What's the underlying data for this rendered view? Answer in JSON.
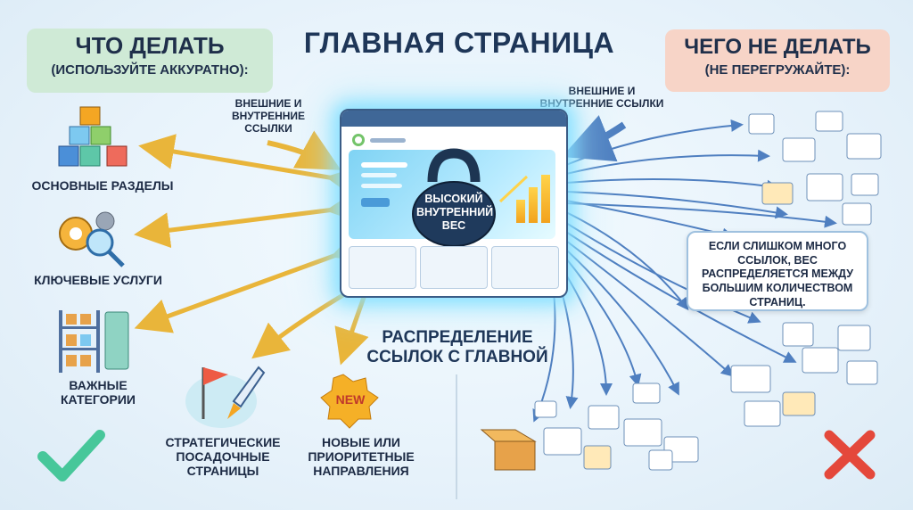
{
  "title": "ГЛАВНАЯ СТРАНИЦА",
  "do_section": {
    "heading": "ЧТО ДЕЛАТЬ",
    "subheading": "(ИСПОЛЬЗУЙТЕ АККУРАТНО):"
  },
  "dont_section": {
    "heading": "ЧЕГО НЕ ДЕЛАТЬ",
    "subheading": "(НЕ ПЕРЕГРУЖАЙТЕ):"
  },
  "left_items": {
    "main_sections": "ОСНОВНЫЕ РАЗДЕЛЫ",
    "key_services": "КЛЮЧЕВЫЕ УСЛУГИ",
    "important_categories": "ВАЖНЫЕ КАТЕГОРИИ",
    "strategic_pages": "СТРАТЕГИЧЕСКИЕ ПОСАДОЧНЫЕ СТРАНИЦЫ",
    "new_directions": "НОВЫЕ ИЛИ ПРИОРИТЕТНЫЕ НАПРАВЛЕНИЯ",
    "new_badge": "NEW"
  },
  "links_label_left": "ВНЕШНИЕ И ВНУТРЕННИЕ ССЫЛКИ",
  "links_label_right": "ВНЕШНИЕ И ВНУТРЕННИЕ ССЫЛКИ",
  "weight_label": "ВЫСОКИЙ ВНУТРЕННИЙ ВЕС",
  "distribution_label": "РАСПРЕДЕЛЕНИЕ ССЫЛОК С ГЛАВНОЙ",
  "callout": "ЕСЛИ СЛИШКОМ МНОГО ССЫЛОК, ВЕС РАСПРЕДЕЛЯЕТСЯ МЕЖДУ БОЛЬШИМ КОЛИЧЕСТВОМ СТРАНИЦ.",
  "colors": {
    "do_bg": "#cfead6",
    "dont_bg": "#f7d4c7",
    "arrow_gold": "#e9b53a",
    "arrow_blue": "#4f7fc0",
    "check": "#47c79a",
    "cross": "#e4483b"
  }
}
